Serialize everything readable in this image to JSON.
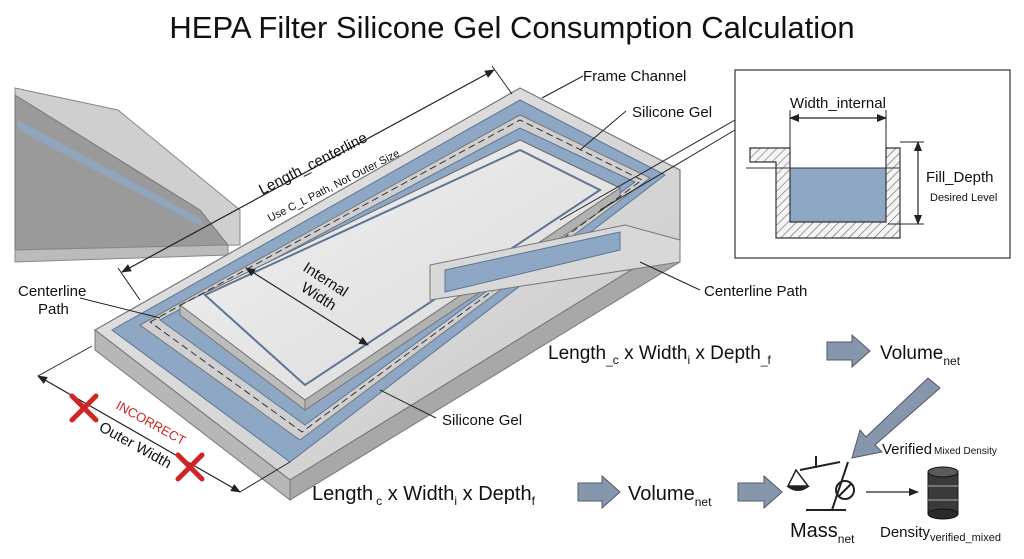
{
  "title": "HEPA Filter Silicone Gel Consumption Calculation",
  "labels": {
    "frame_channel": "Frame Channel",
    "silicone_gel_top": "Silicone Gel",
    "silicone_gel_bottom": "Silicone Gel",
    "centerline_path_right": "Centerline Path",
    "centerline_path_left_1": "Centerline",
    "centerline_path_left_2": "Path",
    "length_centerline": "Length_centerline",
    "length_note": "Use C_L Path, Not Outer Size",
    "internal_width_1": "Internal",
    "internal_width_2": "Width",
    "incorrect": "INCORRECT",
    "outer_width": "Outer Width"
  },
  "inset": {
    "width_label": "Width_internal",
    "fill_depth": "Fill_Depth",
    "desired_level": "Desired Level"
  },
  "formula_top": {
    "length": "Length",
    "length_sub": "_c",
    "width": " x Width",
    "width_sub": "i",
    "depth": " x Depth",
    "depth_sub": "_f",
    "result": "Volume",
    "result_sub": "net"
  },
  "formula_bottom": {
    "length": "Length",
    "length_sub": "c",
    "width": " x Width",
    "width_sub": "i",
    "depth": " x Depth",
    "depth_sub": "f",
    "result": "Volume",
    "result_sub": "net"
  },
  "mass": {
    "label": "Mass",
    "sub": "net"
  },
  "density": {
    "verified": "Verified",
    "verified_sub": "Mixed Density",
    "label": "Density",
    "sub": "verified_mixed"
  },
  "colors": {
    "gel": "#8ea7c4",
    "frame": "#d6d6d6",
    "frame_dark": "#a9a9a9",
    "arrow": "#8596ad",
    "red": "#d12525"
  },
  "icons": [
    "balance-scale-icon",
    "barrel-icon",
    "cross-mark-icon"
  ]
}
